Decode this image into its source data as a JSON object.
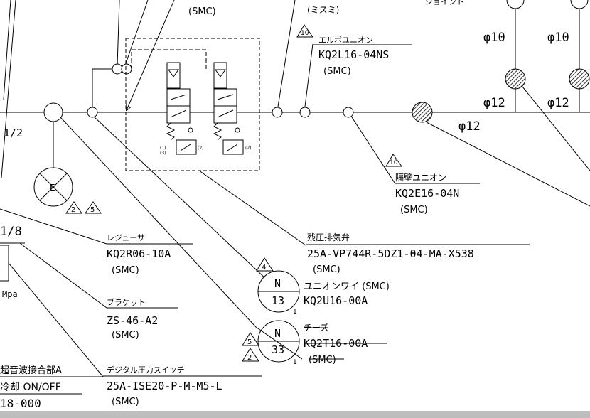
{
  "top": {
    "smc_top": "(SMC)",
    "misumi": "(ミスミ)",
    "joint": "ジョイント"
  },
  "tubes": {
    "d10_a": "φ10",
    "d10_b": "φ10",
    "d12_a": "φ12",
    "d12_b": "φ12",
    "d12_main": "φ12"
  },
  "left": {
    "ratio_half": "1/2",
    "ratio_eighth": "1/8",
    "mpa": "Mpa",
    "ultrasonic": "超音波接合部A",
    "cooling": "冷却 ON/OFF",
    "part_no": "18-000"
  },
  "callouts": {
    "elbow_union": {
      "rev": "10",
      "title": "エルボユニオン",
      "part": "KQ2L16-04NS",
      "maker": "(SMC)"
    },
    "bulkhead_union": {
      "rev": "10",
      "title": "隔壁ユニオン",
      "part": "KQ2E16-04N",
      "maker": "(SMC)"
    },
    "regulator": {
      "title": "レジューサ",
      "part": "KQ2R06-10A",
      "maker": "(SMC)"
    },
    "bracket": {
      "title": "ブラケット",
      "part": "ZS-46-A2",
      "maker": "(SMC)"
    },
    "pressure_switch": {
      "title": "デジタル圧力スイッチ",
      "part": "25A-ISE20-P-M-M5-L",
      "maker": "(SMC)"
    },
    "residual_valve": {
      "title": "残圧排気弁",
      "part": "25A-VP744R-5DZ1-04-MA-X538",
      "maker": "(SMC)"
    },
    "union_y": {
      "rev": "4",
      "top": "N",
      "num": "13",
      "sub": "1",
      "title": "ユニオンワイ (SMC)",
      "part": "KQ2U16-00A"
    },
    "tee": {
      "rev1": "5",
      "rev2": "2",
      "top": "N",
      "num": "33",
      "sub": "1",
      "title": "チーズ",
      "part": "KQ2T16-00A",
      "maker": "(SMC)"
    }
  },
  "gauge": {
    "letter": "E",
    "rev1": "2",
    "rev2": "5"
  },
  "valve_ports": {
    "p1": "(1)",
    "p2": "(3)",
    "p3": "(2)",
    "p4": "(2)"
  }
}
